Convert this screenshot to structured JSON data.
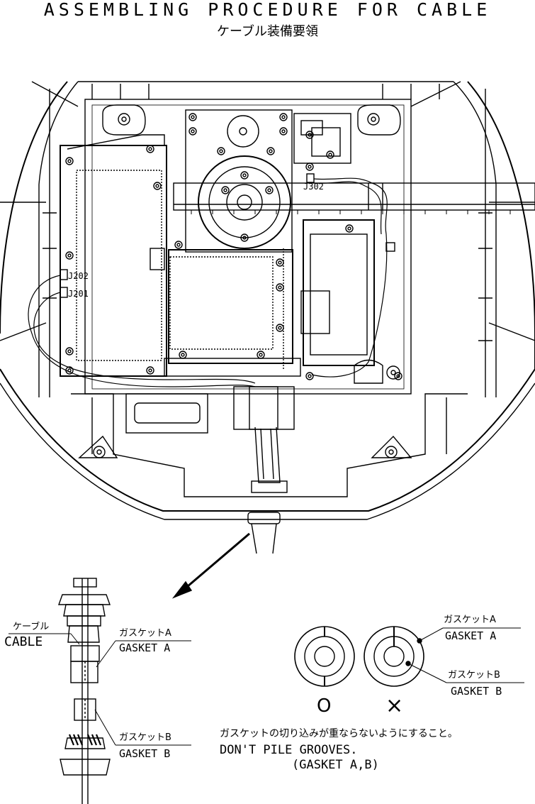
{
  "header": {
    "title": "ASSEMBLING PROCEDURE FOR CABLE",
    "subtitle": "ケーブル装備要領"
  },
  "connectors": {
    "j202": "J202",
    "j201": "J201",
    "j302": "J302"
  },
  "detail": {
    "cable_jp": "ケーブル",
    "cable_en": "CABLE",
    "gasket_a_jp": "ガスケットA",
    "gasket_a_en": "GASKET A",
    "gasket_b_jp": "ガスケットB",
    "gasket_b_en": "GASKET B"
  },
  "gasket_view": {
    "gasket_a_jp": "ガスケットA",
    "gasket_a_en": "GASKET A",
    "gasket_b_jp": "ガスケットB",
    "gasket_b_en": "GASKET B",
    "ok_symbol": "O",
    "ng_symbol": "×",
    "note_jp": "ガスケットの切り込みが重ならないようにすること。",
    "note_en_1": "DON'T PILE GROOVES.",
    "note_en_2": "(GASKET A,B)"
  }
}
